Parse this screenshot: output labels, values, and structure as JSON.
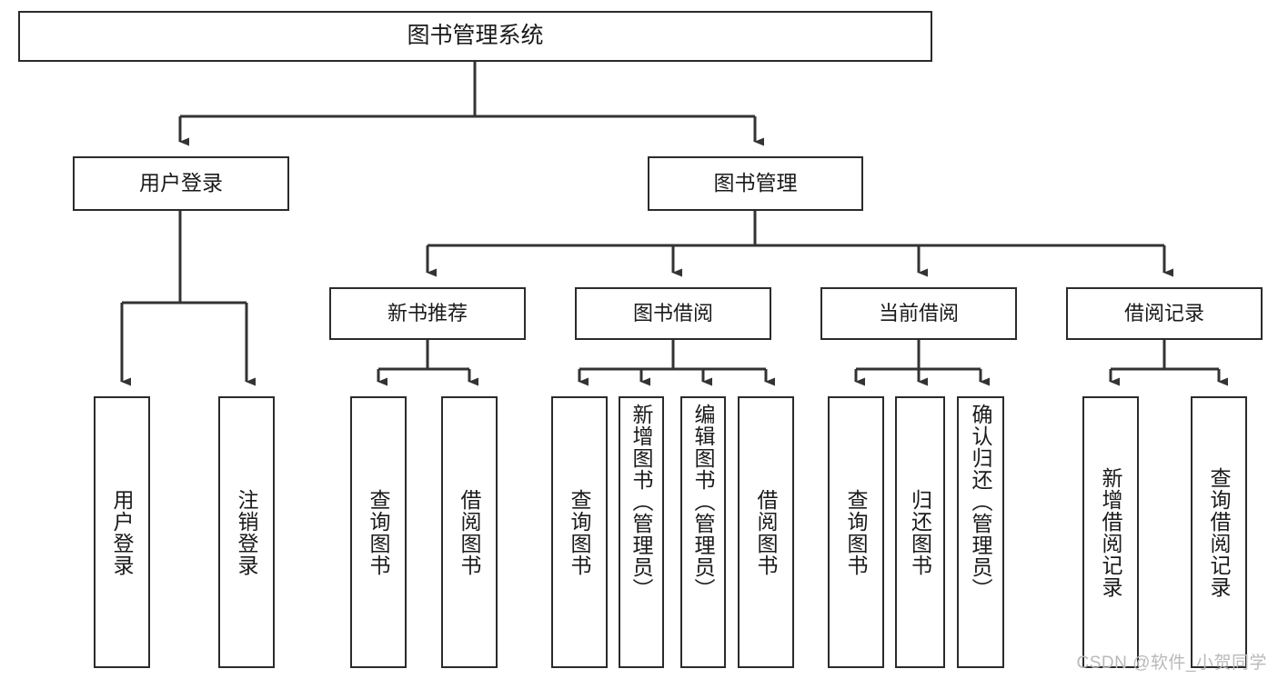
{
  "diagram": {
    "title": "图书管理系统",
    "type": "tree-hierarchy",
    "watermark": "CSDN @软件_小贺同学",
    "colors": {
      "background": "#ffffff",
      "box_border": "#2b2b2b",
      "box_fill": "#ffffff",
      "text": "#1a1a1a",
      "connector": "#333333",
      "watermark": "#b9b9b9"
    },
    "root": {
      "label": "图书管理系统"
    },
    "level1": [
      {
        "label": "用户登录"
      },
      {
        "label": "图书管理"
      }
    ],
    "level2": [
      {
        "label": "新书推荐"
      },
      {
        "label": "图书借阅"
      },
      {
        "label": "当前借阅"
      },
      {
        "label": "借阅记录"
      }
    ],
    "leaves": {
      "user_login": [
        {
          "label": "用户登录"
        },
        {
          "label": "注销登录"
        }
      ],
      "new_book_recommend": [
        {
          "label": "查询图书"
        },
        {
          "label": "借阅图书"
        }
      ],
      "book_borrow": [
        {
          "label": "查询图书"
        },
        {
          "label": "新增图书（管理员）"
        },
        {
          "label": "编辑图书（管理员）"
        },
        {
          "label": "借阅图书"
        }
      ],
      "current_borrow": [
        {
          "label": "查询图书"
        },
        {
          "label": "归还图书"
        },
        {
          "label": "确认归还（管理员）"
        }
      ],
      "borrow_records": [
        {
          "label": "新增借阅记录"
        },
        {
          "label": "查询借阅记录"
        }
      ]
    }
  }
}
